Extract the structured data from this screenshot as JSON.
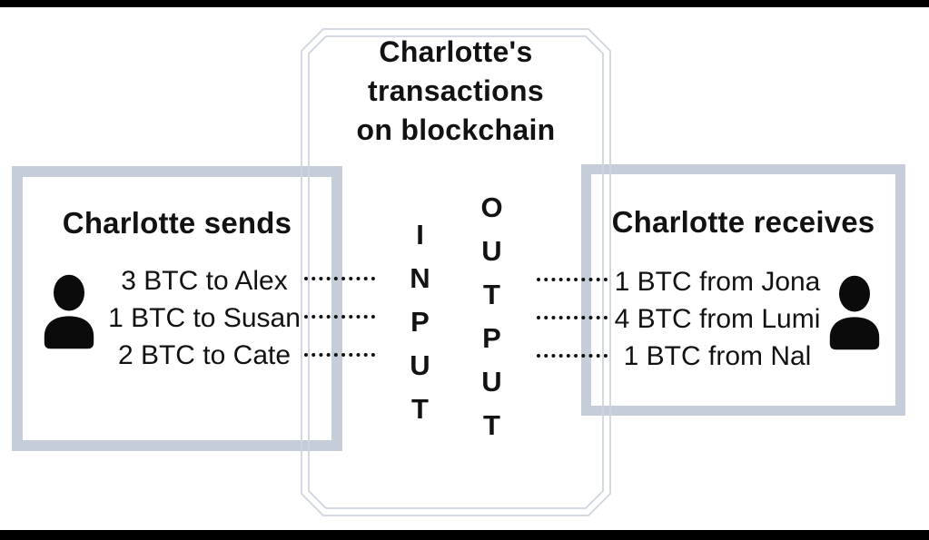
{
  "center_panel": {
    "title": "Charlotte's\ntransactions\non blockchain",
    "input_label": "INPUT",
    "output_label": "OUTPUT"
  },
  "left_panel": {
    "heading": "Charlotte sends",
    "rows": [
      "3 BTC to Alex",
      "1 BTC to Susan",
      "2 BTC to Cate"
    ],
    "icon": "person-icon"
  },
  "right_panel": {
    "heading": "Charlotte receives",
    "rows": [
      "1 BTC from Jona",
      "4 BTC from Lumi",
      "1 BTC from Nal"
    ],
    "icon": "person-icon"
  },
  "connectors": {
    "style": "dotted",
    "count_left": 3,
    "count_right": 3
  },
  "colors": {
    "panel_border": "#c5cdd8",
    "center_border": "#ced5df",
    "text": "#121212",
    "frame_bars": "#000000",
    "background": "#ffffff"
  }
}
